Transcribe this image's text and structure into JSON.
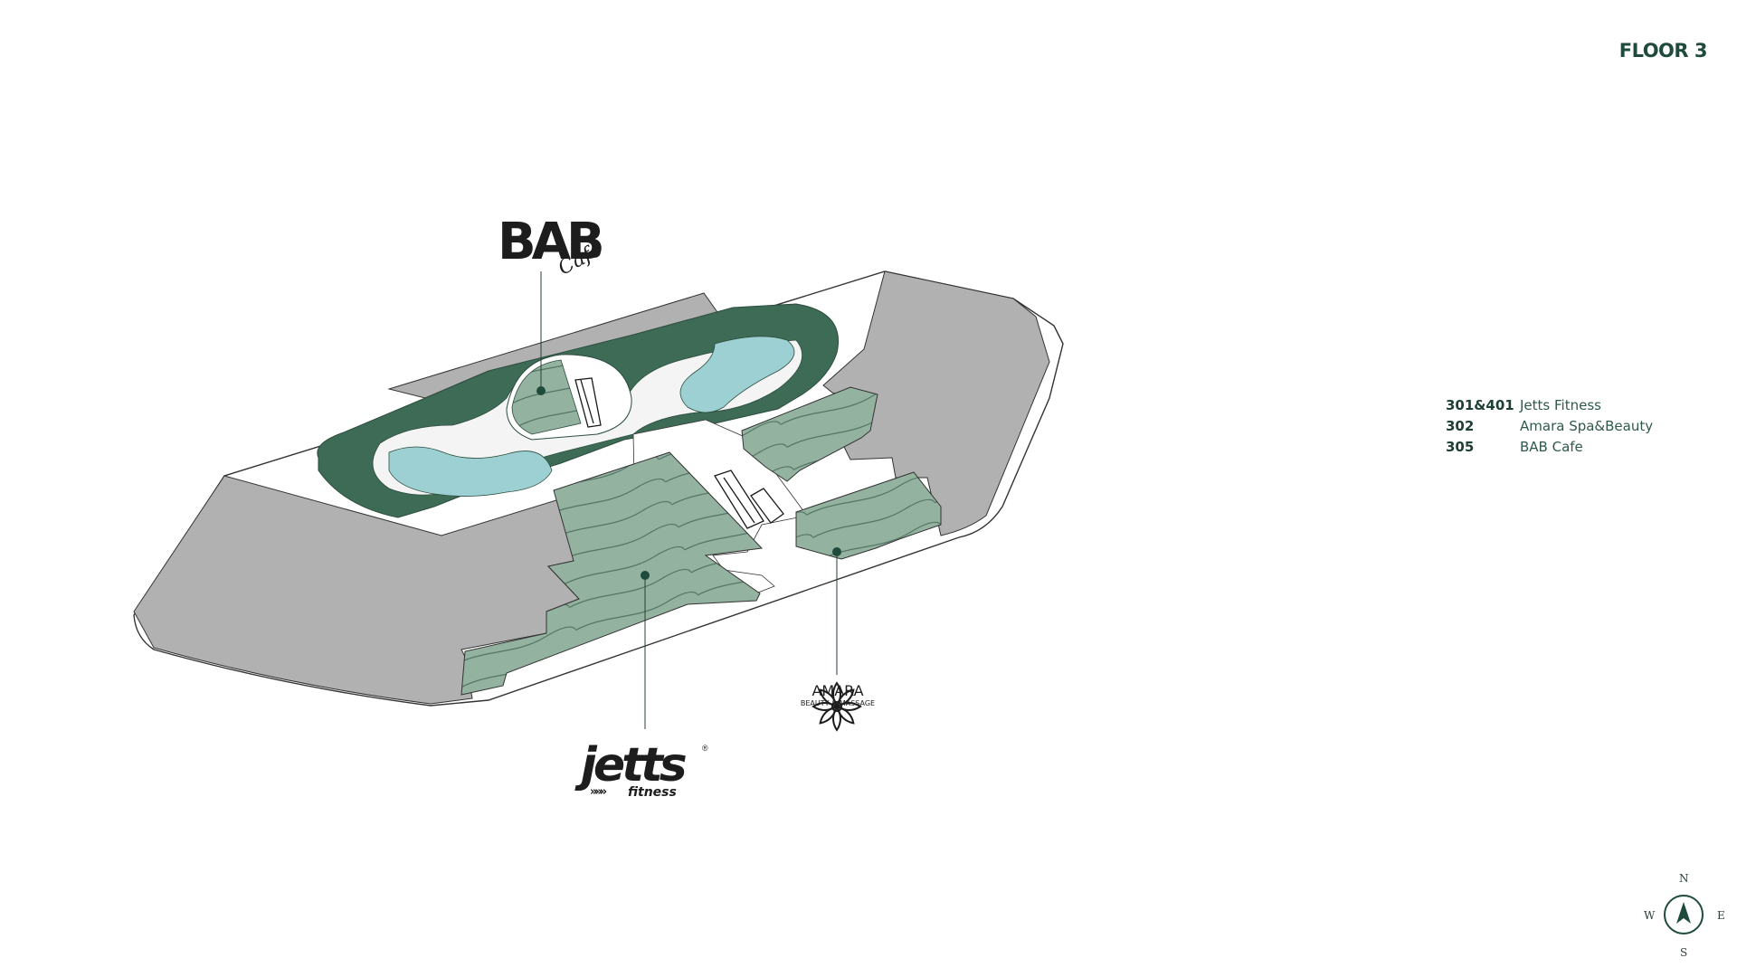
{
  "floor": {
    "title": "FLOOR 3"
  },
  "legend": [
    {
      "unit": "301&401",
      "name": "Jetts Fitness"
    },
    {
      "unit": "302",
      "name": "Amara Spa&Beauty"
    },
    {
      "unit": "305",
      "name": "BAB Cafe"
    }
  ],
  "logos": {
    "bab": {
      "main": "BAB",
      "sub": "Café"
    },
    "jetts": {
      "main": "jetts",
      "reg": "®",
      "arrows": "»»»",
      "sub": "fitness"
    },
    "amara": {
      "main": "AMARA",
      "sub": "BEAUTY & MASSAGE"
    }
  },
  "compass": {
    "n": "N",
    "s": "S",
    "e": "E",
    "w": "W"
  },
  "colors": {
    "dark_green": "#3e6b55",
    "tenant_green": "#93b29f",
    "water": "#9dd0d2",
    "grey_zone": "#b1b1b1",
    "brand": "#1e4b3b"
  }
}
